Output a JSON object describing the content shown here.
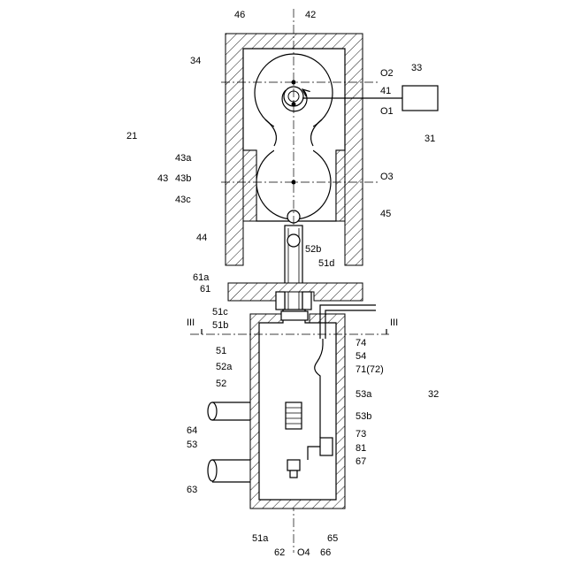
{
  "labels": {
    "l46": "46",
    "l42": "42",
    "l34": "34",
    "l33": "33",
    "lO2": "O2",
    "l41": "41",
    "lO1": "O1",
    "l21": "21",
    "l31": "31",
    "l43a": "43a",
    "l43": "43",
    "l43b": "43b",
    "lO3": "O3",
    "l43c": "43c",
    "l45": "45",
    "l44": "44",
    "l52b": "52b",
    "l51d": "51d",
    "l61a": "61a",
    "l61": "61",
    "l51c": "51c",
    "l51b": "51b",
    "lIII_left": "III",
    "lIII_right": "III",
    "l74": "74",
    "l51": "51",
    "l54": "54",
    "l52a": "52a",
    "l71": "71(72)",
    "l52": "52",
    "l53a": "53a",
    "l32": "32",
    "l53b": "53b",
    "l64": "64",
    "l73": "73",
    "l53": "53",
    "l81": "81",
    "l67": "67",
    "l63": "63",
    "l65": "65",
    "l51a": "51a",
    "l62": "62",
    "lO4": "O4",
    "l66": "66"
  }
}
